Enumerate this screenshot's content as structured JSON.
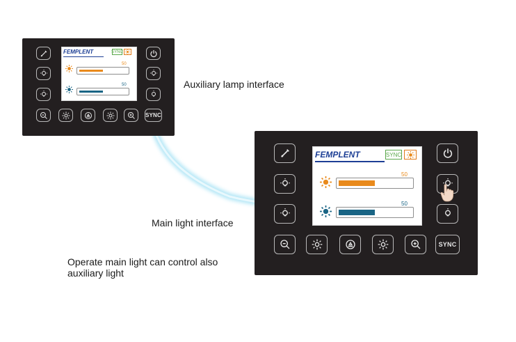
{
  "colors": {
    "panel": "#231f20",
    "warm": "#e98a1c",
    "cool": "#1a6585",
    "logo": "#1d3f95",
    "sync": "#5aa84a",
    "arrow": "#8fd6ee"
  },
  "screen": {
    "logo_prefix": "FE",
    "logo_rest": "MPLENT",
    "sync_badge": "SYNC"
  },
  "buttons": {
    "sync_label": "SYNC"
  },
  "aux_panel": {
    "warm_value": "50",
    "cool_value": "50",
    "warm_level_percent": 50,
    "cool_level_percent": 50
  },
  "main_panel": {
    "warm_value": "50",
    "cool_value": "50",
    "warm_level_percent": 50,
    "cool_level_percent": 50
  },
  "labels": {
    "aux": "Auxiliary lamp interface",
    "main": "Main light interface",
    "note_line1": "Operate main light can control also",
    "note_line2": "auxiliary light"
  }
}
